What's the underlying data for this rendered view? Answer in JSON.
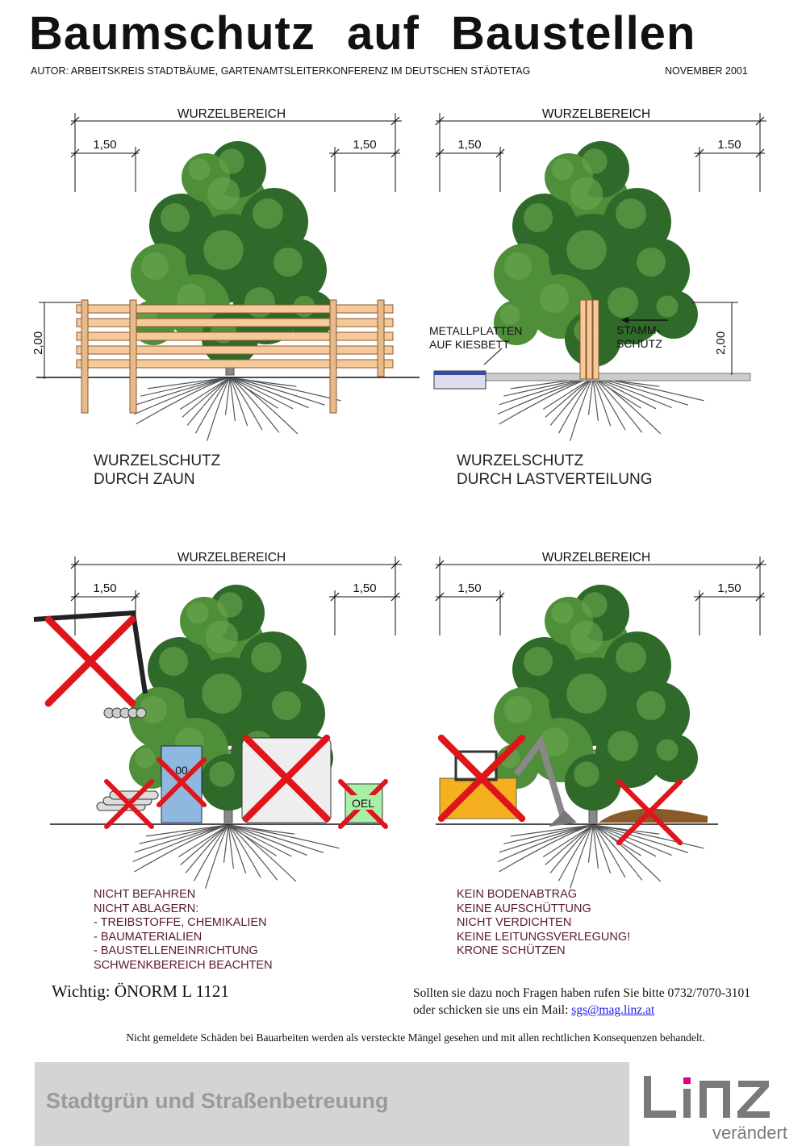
{
  "header": {
    "title": "Baumschutz auf Baustellen",
    "author": "AUTOR:  ARBEITSKREIS STADTBÄUME, GARTENAMTSLEITERKONFERENZ IM DEUTSCHEN STÄDTETAG",
    "date": "NOVEMBER 2001"
  },
  "panels": [
    {
      "root_zone": "WURZELBEREICH",
      "dim_left": "1,50",
      "dim_right": "1,50",
      "height": "2,00",
      "caption": [
        "WURZELSCHUTZ",
        "DURCH ZAUN"
      ]
    },
    {
      "root_zone": "WURZELBEREICH",
      "dim_left": "1,50",
      "dim_right": "1.50",
      "height": "2,00",
      "label_plates": [
        "METALLPLATTEN",
        "AUF KIESBETT"
      ],
      "label_trunk": [
        "STAMM-",
        "SCHUTZ"
      ],
      "caption": [
        "WURZELSCHUTZ",
        "DURCH LASTVERTEILUNG"
      ]
    },
    {
      "root_zone": "WURZELBEREICH",
      "dim_left": "1,50",
      "dim_right": "1,50",
      "toilet_label": "00",
      "oil_label": "OEL",
      "rules": [
        "NICHT BEFAHREN",
        "NICHT ABLAGERN:",
        "-  TREIBSTOFFE, CHEMIKALIEN",
        "-  BAUMATERIALIEN",
        "-  BAUSTELLENEINRICHTUNG",
        "SCHWENKBEREICH BEACHTEN"
      ]
    },
    {
      "root_zone": "WURZELBEREICH",
      "dim_left": "1,50",
      "dim_right": "1,50",
      "rules": [
        "KEIN BODENABTRAG",
        "KEINE AUFSCHÜTTUNG",
        "NICHT VERDICHTEN",
        "KEINE LEITUNGSVERLEGUNG!",
        "KRONE SCHÜTZEN"
      ]
    }
  ],
  "info": {
    "important": "Wichtig: ÖNORM L 1121",
    "contact_line1": "Sollten sie dazu noch Fragen haben rufen Sie bitte 0732/7070-3101",
    "contact_line2": "oder schicken sie uns ein Mail: ",
    "email": "sgs@mag.linz.at",
    "notice": "Nicht gemeldete Schäden bei Bauarbeiten werden als versteckte Mängel gesehen und mit allen rechtlichen Konsequenzen  behandelt."
  },
  "footer": {
    "department": "Stadtgrün und Straßenbetreuung",
    "logo_text": "LINZ",
    "logo_tagline": "verändert"
  },
  "colors": {
    "tree_dark": "#2f6a2a",
    "tree_light": "#5a9a40",
    "cross": "#e0151b",
    "rules": "#5a1a2a",
    "footer_bg": "#d4d4d4",
    "logo_gray": "#7a7a7a",
    "logo_accent": "#e0007a"
  }
}
